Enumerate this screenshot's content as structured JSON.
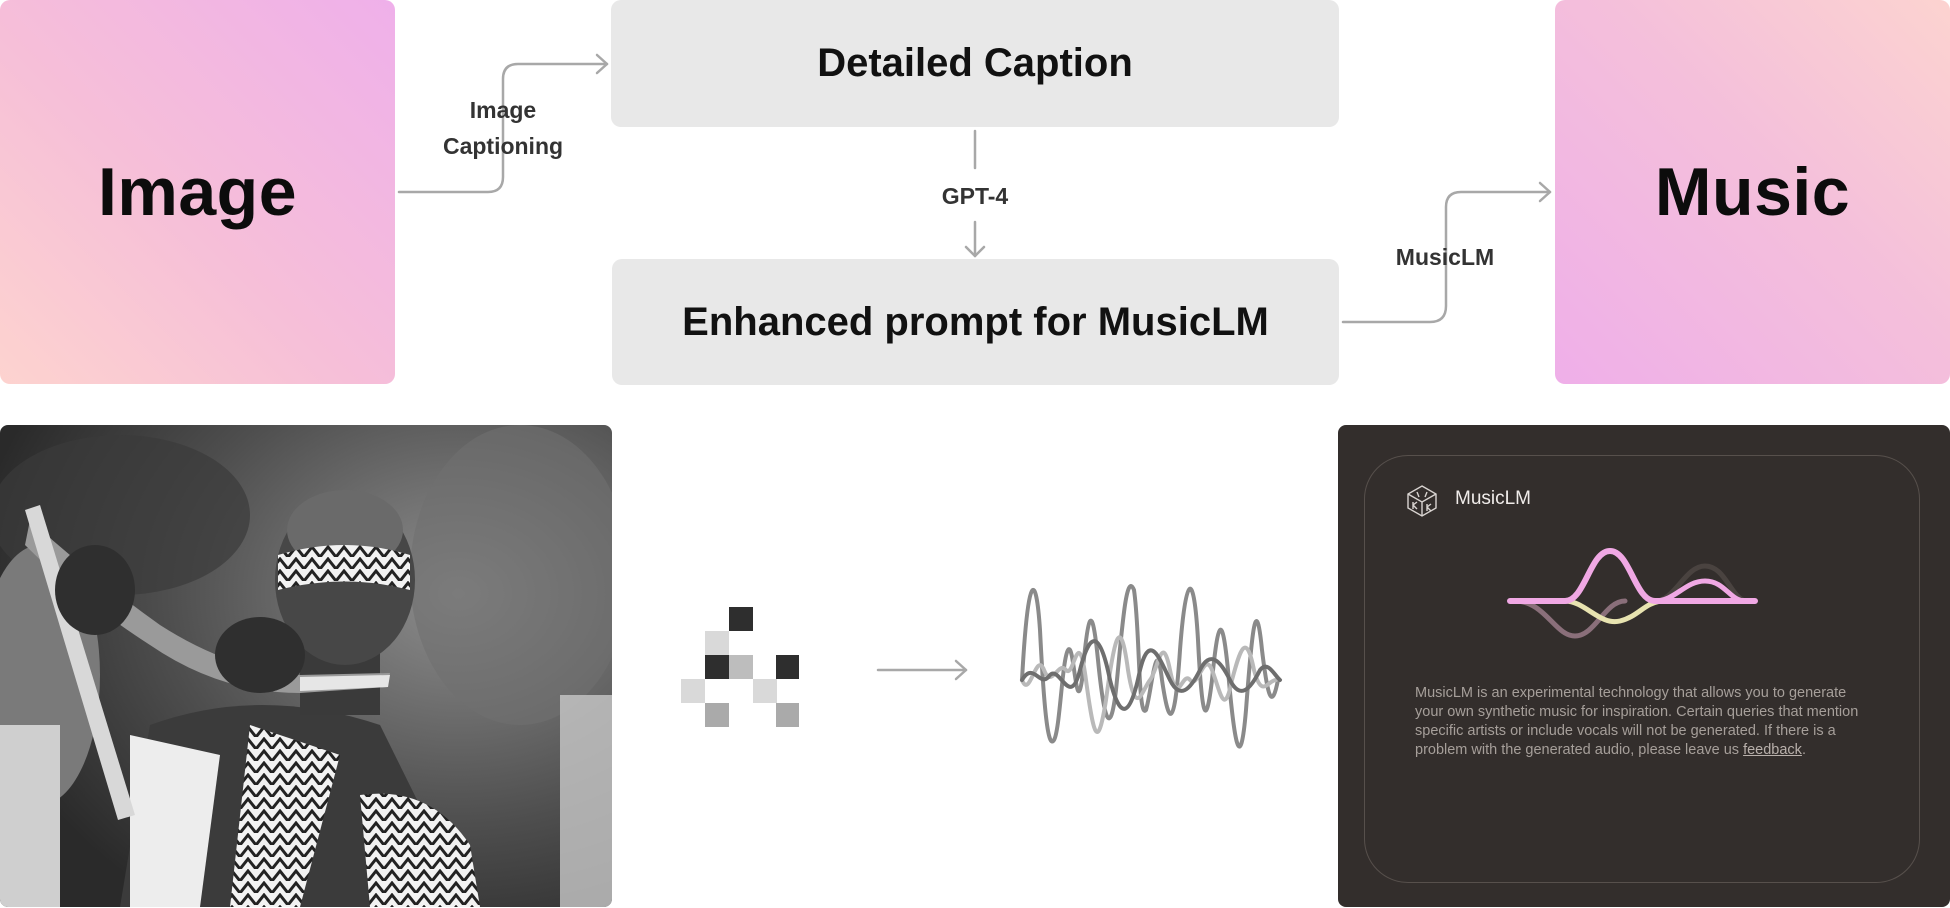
{
  "nodes": {
    "image": "Image",
    "caption": "Detailed Caption",
    "prompt": "Enhanced prompt for MusicLM",
    "music": "Music"
  },
  "edges": {
    "captioning_line1": "Image",
    "captioning_line2": "Captioning",
    "gpt4": "GPT-4",
    "musiclm": "MusicLM"
  },
  "app": {
    "title": "MusicLM",
    "description": "MusicLM is an experimental technology that allows you to generate your own synthetic music for inspiration. Certain queries that mention specific artists or include vocals will not be generated. If there is a problem with the generated audio, please leave us ",
    "feedback_link": "feedback",
    "period": "."
  },
  "colors": {
    "node_gray": "#e8e8e8",
    "arrow": "#a8a8a8",
    "app_background": "#332e2c",
    "wave_pink": "#f0a8e4"
  }
}
